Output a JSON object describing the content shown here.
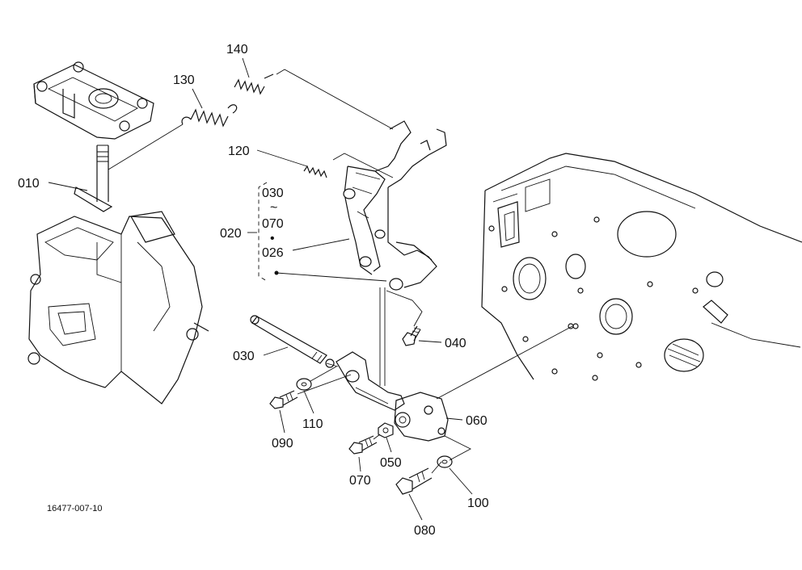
{
  "drawing_number": "16477-007-10",
  "callouts": {
    "p010": "010",
    "p020": "020",
    "p026": "026",
    "p030": "030",
    "p040": "040",
    "p050": "050",
    "p060": "060",
    "p070": "070",
    "p080": "080",
    "p090": "090",
    "p100": "100",
    "p110": "110",
    "p120": "120",
    "p130": "130",
    "p140": "140"
  },
  "group_020": {
    "range_start": "030",
    "range_tilde": "~",
    "range_end": "070",
    "dot": "•",
    "extra": "026"
  }
}
